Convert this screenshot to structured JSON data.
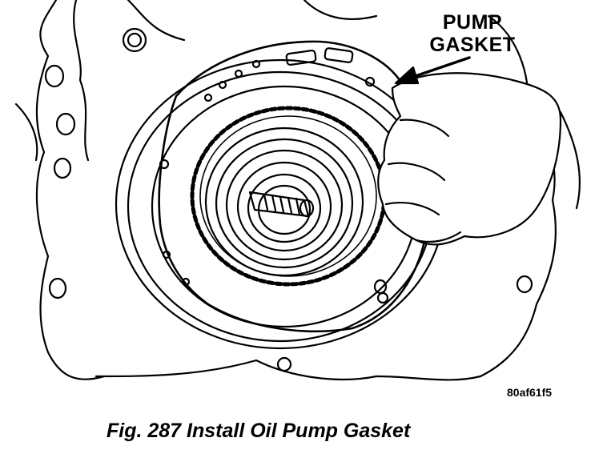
{
  "callout": {
    "line1": "PUMP",
    "line2": "GASKET"
  },
  "figure_code": "80af61f5",
  "caption": "Fig. 287 Install Oil Pump Gasket",
  "colors": {
    "ink": "#000000",
    "paper": "#ffffff"
  },
  "icons": [
    "arrow-pointer-icon"
  ]
}
